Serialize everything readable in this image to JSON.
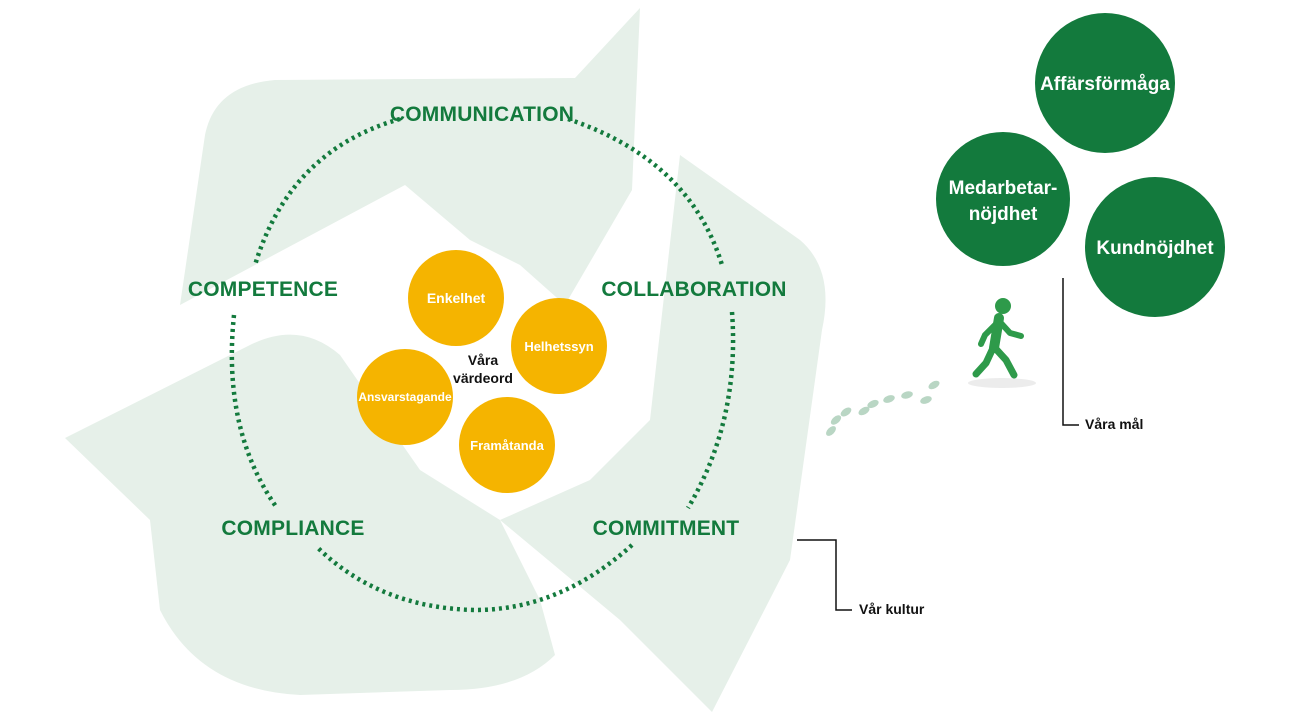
{
  "culture_values": {
    "top": "COMMUNICATION",
    "right": "COLLABORATION",
    "bottom_right": "COMMITMENT",
    "bottom_left": "COMPLIANCE",
    "left": "COMPETENCE"
  },
  "core_values": {
    "center_line1": "Våra",
    "center_line2": "värdeord",
    "items": [
      "Enkelhet",
      "Helhetssyn",
      "Framåtanda",
      "Ansvarstagande"
    ]
  },
  "goals": {
    "top": "Affärsförmåga",
    "left_line1": "Medarbetar-",
    "left_line2": "nöjdhet",
    "right": "Kundnöjdhet"
  },
  "callouts": {
    "culture": "Vår kultur",
    "goals": "Våra mål"
  },
  "icons": {
    "walker": "walking-person-icon",
    "footprints": "footprints-icon",
    "background": "recycle-arrows-icon"
  },
  "colors": {
    "brand_green": "#137a3d",
    "accent_yellow": "#f5b400",
    "background_shape": "#e6f0e9",
    "footprint": "#b9d6c4"
  }
}
